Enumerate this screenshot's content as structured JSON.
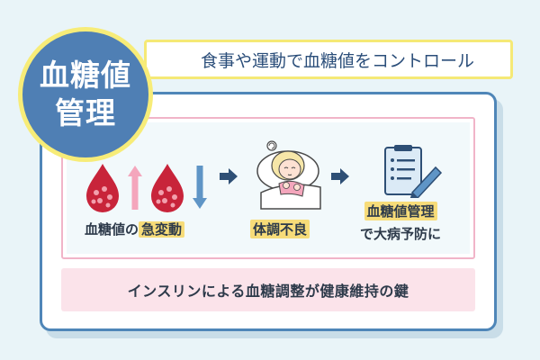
{
  "title": {
    "line1": "血糖値",
    "line2": "管理"
  },
  "headline": "食事や運動で血糖値をコントロール",
  "flow": {
    "step1": {
      "prefix": "血糖値の",
      "highlight": "急変動"
    },
    "step2": {
      "highlight": "体調不良"
    },
    "step3": {
      "highlight": "血糖値管理",
      "sub": "で大病予防に"
    }
  },
  "footer": "インスリンによる血糖調整が健康維持の鍵",
  "colors": {
    "accent_blue": "#4f7fb4",
    "accent_yellow": "#f7ec78",
    "highlight": "#f7dc79",
    "pink_border": "#f1b4c8",
    "pink_bg": "#fbe3ea",
    "blood_red": "#c8243a",
    "arrow_up": "#f4a6bc",
    "arrow_down": "#5f95c6"
  },
  "icons": [
    "blood-drop-icon",
    "arrow-up-icon",
    "arrow-down-icon",
    "sick-person-icon",
    "clipboard-checklist-icon",
    "pen-icon",
    "right-arrow-icon"
  ]
}
